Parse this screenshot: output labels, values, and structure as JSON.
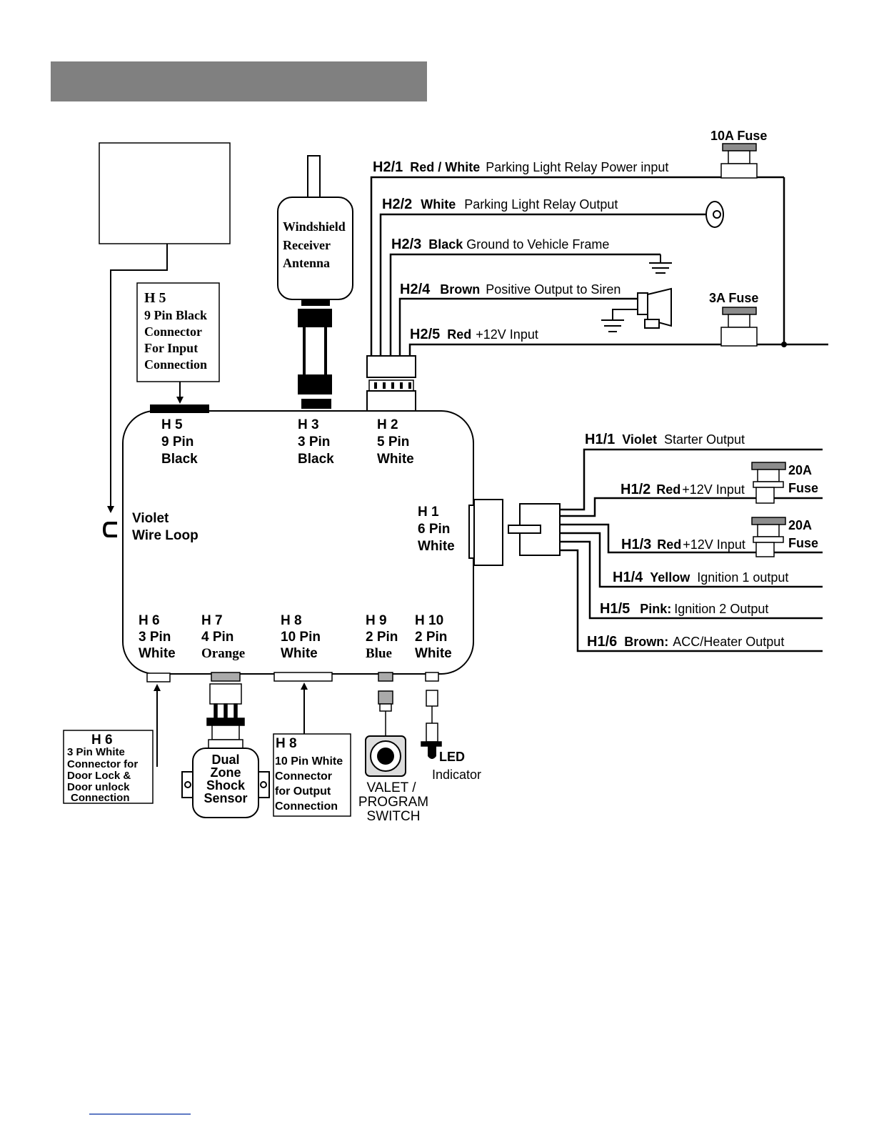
{
  "header_bar": {
    "color": "#808080"
  },
  "fuses": {
    "f10": "10A Fuse",
    "f3": "3A Fuse",
    "f20a_amp": "20A",
    "f20a_word": "Fuse",
    "f20b_amp": "20A",
    "f20b_word": "Fuse"
  },
  "antenna": {
    "line1": "Windshield",
    "line2": "Receiver",
    "line3": "Antenna"
  },
  "h5_note": {
    "l1": "H 5",
    "l2": "9 Pin Black",
    "l3": "Connector",
    "l4": "For Input",
    "l5": "Connection"
  },
  "h2_wires": [
    {
      "code": "H2/1",
      "color": "Red / White",
      "desc": "Parking Light Relay Power input"
    },
    {
      "code": "H2/2",
      "color": "White",
      "desc": "Parking Light Relay Output"
    },
    {
      "code": "H2/3",
      "color": "Black",
      "desc": "Ground to Vehicle Frame"
    },
    {
      "code": "H2/4",
      "color": "Brown",
      "desc": "Positive Output to Siren"
    },
    {
      "code": "H2/5",
      "color": "Red",
      "desc": "+12V Input"
    }
  ],
  "h1_wires": [
    {
      "code": "H1/1",
      "color": "Violet",
      "desc": "Starter Output"
    },
    {
      "code": "H1/2",
      "color": "Red",
      "desc": "+12V Input"
    },
    {
      "code": "H1/3",
      "color": "Red",
      "desc": "+12V Input"
    },
    {
      "code": "H1/4",
      "color": "Yellow",
      "desc": "Ignition 1 output"
    },
    {
      "code": "H1/5",
      "color": "Pink:",
      "desc": "Ignition 2 Output"
    },
    {
      "code": "H1/6",
      "color": "Brown:",
      "desc": "ACC/Heater Output"
    }
  ],
  "module": {
    "h5": [
      "H 5",
      "9 Pin",
      "Black"
    ],
    "h3": [
      "H 3",
      "3 Pin",
      "Black"
    ],
    "h2": [
      "H 2",
      "5 Pin",
      "White"
    ],
    "h1": [
      "H 1",
      "6 Pin",
      "White"
    ],
    "violet": [
      "Violet",
      "Wire Loop"
    ],
    "h6": [
      "H 6",
      "3 Pin",
      "White"
    ],
    "h7": [
      "H 7",
      "4 Pin",
      "Orange"
    ],
    "h8": [
      "H 8",
      "10 Pin",
      "White"
    ],
    "h9": [
      "H 9",
      "2 Pin",
      "Blue"
    ],
    "h10": [
      "H 10",
      "2 Pin",
      "White"
    ]
  },
  "h6_note": {
    "l1": "H 6",
    "l2": "3 Pin White",
    "l3": "Connector for",
    "l4": "Door Lock &",
    "l5": "Door unlock",
    "l6": "Connection"
  },
  "shock_sensor": {
    "l1": "Dual",
    "l2": "Zone",
    "l3": "Shock",
    "l4": "Sensor"
  },
  "h8_note": {
    "l1": "H 8",
    "l2": "10 Pin White",
    "l3": "Connector",
    "l4": "for Output",
    "l5": "Connection"
  },
  "valet": {
    "l1": "VALET /",
    "l2": "PROGRAM",
    "l3": "SWITCH"
  },
  "led": {
    "l1": "LED",
    "l2": "Indicator"
  }
}
